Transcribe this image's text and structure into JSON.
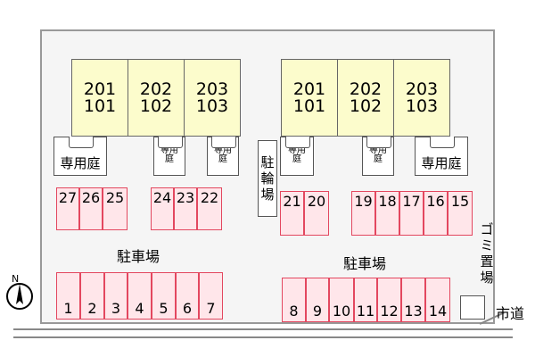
{
  "buildings": [
    {
      "upper": "201",
      "lower": "101"
    },
    {
      "upper": "202",
      "lower": "102"
    },
    {
      "upper": "203",
      "lower": "103"
    },
    {
      "upper": "201",
      "lower": "101"
    },
    {
      "upper": "202",
      "lower": "102"
    },
    {
      "upper": "203",
      "lower": "103"
    }
  ],
  "gardens": {
    "large_label": "専用庭",
    "small_line1": "専用",
    "small_line2": "庭"
  },
  "bicycle_parking": {
    "chars": [
      "駐",
      "輪",
      "場"
    ]
  },
  "parking_label": "駐車場",
  "parking": {
    "top_left": [
      "27",
      "26",
      "25"
    ],
    "top_mid": [
      "24",
      "23",
      "22"
    ],
    "top_center": [
      "21",
      "20"
    ],
    "top_right": [
      "19",
      "18",
      "17",
      "16",
      "15"
    ],
    "bottom_left": [
      "1",
      "2",
      "3",
      "4",
      "5",
      "6",
      "7"
    ],
    "bottom_right": [
      "8",
      "9",
      "10",
      "11",
      "12",
      "13",
      "14"
    ]
  },
  "garbage": {
    "chars": [
      "ゴ",
      "ミ",
      "置",
      "場"
    ]
  },
  "city_road": "市道",
  "north": "N"
}
